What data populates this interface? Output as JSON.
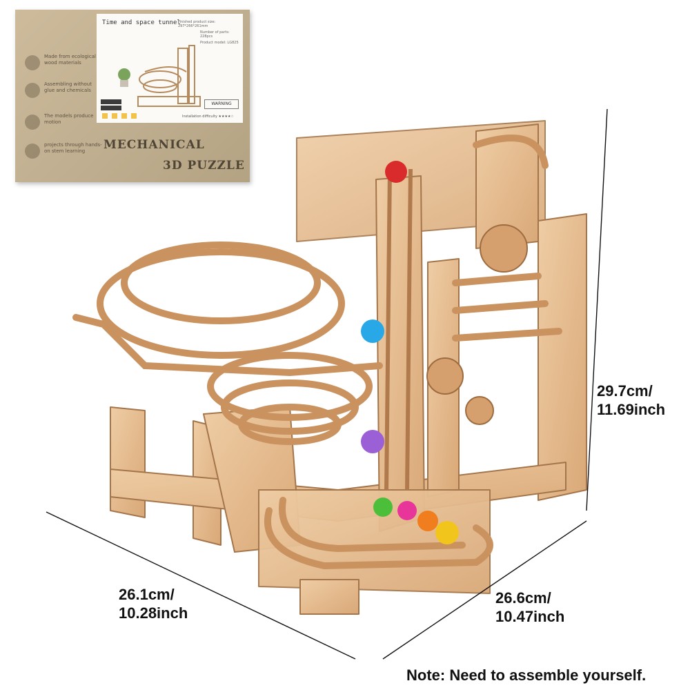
{
  "box": {
    "photo_title": "Time and space tunnel",
    "photo_size": "Finished product size: 297*266*261mm",
    "photo_parts": "Number of parts: 228pcs",
    "photo_model": "Product model: LG825",
    "warning": "WARNING",
    "difficulty": "Installation difficulty ★★★★☆",
    "features": [
      {
        "icon": "leaf-icon",
        "text": "Made from ecological wood materials"
      },
      {
        "icon": "puzzle-piece-icon",
        "text": "Assembling without glue and chemicals"
      },
      {
        "icon": "gears-icon",
        "text": "The models produce motion"
      },
      {
        "icon": "head-icon",
        "text": "projects through hands-on stem learning"
      }
    ],
    "title_line1": "MECHANICAL",
    "title_line2": "3D PUZZLE"
  },
  "dimensions": {
    "height_cm": "29.7cm/",
    "height_in": "11.69inch",
    "length_cm": "26.1cm/",
    "length_in": "10.28inch",
    "width_cm": "26.6cm/",
    "width_in": "10.47inch"
  },
  "note": "Note: Need to assemble yourself.",
  "colors": {
    "wood": "#e3b98f",
    "wood_dark": "#b4865c",
    "box": "#c4b293",
    "text": "#111111"
  },
  "balls": [
    "#d92b2b",
    "#29a8e8",
    "#9b5fd6",
    "#4cbf3a",
    "#e8359a",
    "#f07d1e",
    "#f2c51d"
  ]
}
